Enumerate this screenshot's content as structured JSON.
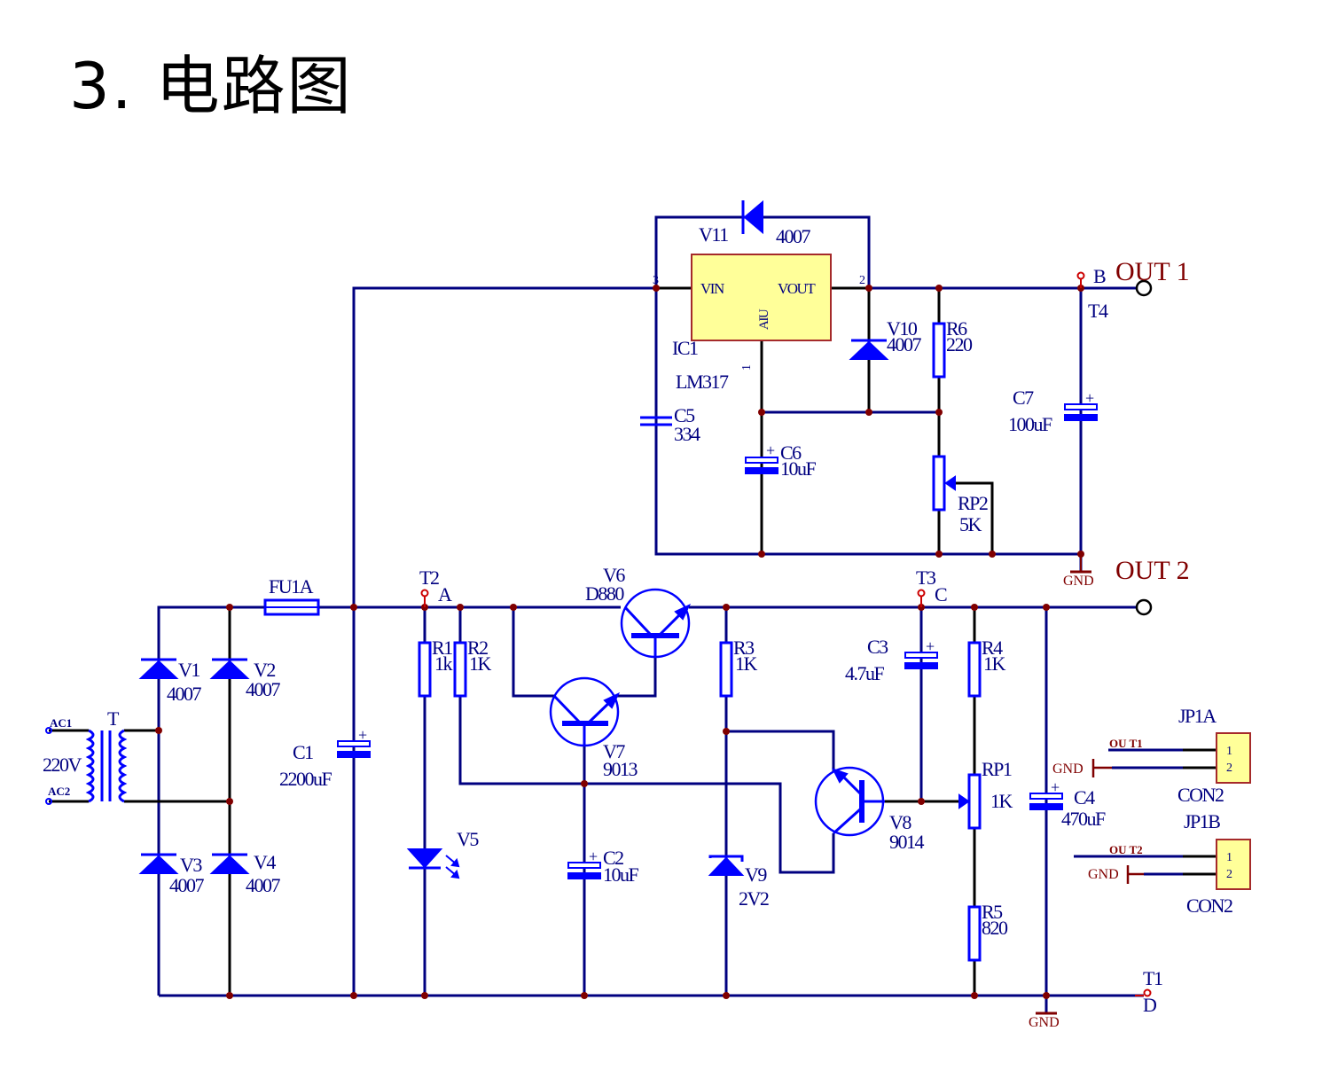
{
  "page": {
    "title": "3. 电路图"
  },
  "colors": {
    "wire": "#000080",
    "component": "#0000ff",
    "junction": "#800000",
    "ic_fill": "#ffff99",
    "output_label": "#800000"
  },
  "schematic": {
    "transformer": {
      "ref": "T",
      "input": "220V",
      "pin1": "AC1",
      "pin2": "AC2"
    },
    "fuse": {
      "ref": "FU1A"
    },
    "diodes": [
      {
        "ref": "V1",
        "value": "4007"
      },
      {
        "ref": "V2",
        "value": "4007"
      },
      {
        "ref": "V3",
        "value": "4007"
      },
      {
        "ref": "V4",
        "value": "4007"
      },
      {
        "ref": "V10",
        "value": "4007"
      },
      {
        "ref": "V11",
        "value": "4007"
      }
    ],
    "led": {
      "ref": "V5"
    },
    "zener": {
      "ref": "V9",
      "value": "2V2"
    },
    "capacitors": [
      {
        "ref": "C1",
        "value": "2200uF"
      },
      {
        "ref": "C2",
        "value": "10uF"
      },
      {
        "ref": "C3",
        "value": "4.7uF"
      },
      {
        "ref": "C4",
        "value": "470uF"
      },
      {
        "ref": "C5",
        "value": "334"
      },
      {
        "ref": "C6",
        "value": "10uF"
      },
      {
        "ref": "C7",
        "value": "100uF"
      }
    ],
    "resistors": [
      {
        "ref": "R1",
        "value": "1k"
      },
      {
        "ref": "R2",
        "value": "1K"
      },
      {
        "ref": "R3",
        "value": "1K"
      },
      {
        "ref": "R4",
        "value": "1K"
      },
      {
        "ref": "R5",
        "value": "820"
      },
      {
        "ref": "R6",
        "value": "220"
      }
    ],
    "potentiometers": [
      {
        "ref": "RP1",
        "value": "1K"
      },
      {
        "ref": "RP2",
        "value": "5K"
      }
    ],
    "transistors": [
      {
        "ref": "V6",
        "value": "D880"
      },
      {
        "ref": "V7",
        "value": "9013"
      },
      {
        "ref": "V8",
        "value": "9014"
      }
    ],
    "ic": {
      "ref": "IC1",
      "part": "LM317",
      "pin_vin": "VIN",
      "pin_vout": "VOUT",
      "pin_adj": "AIU",
      "pin3": "3",
      "pin2": "2",
      "pin1": "1"
    },
    "testpoints": [
      {
        "ref": "T1",
        "net": "D"
      },
      {
        "ref": "T2",
        "net": "A"
      },
      {
        "ref": "T3",
        "net": "C"
      },
      {
        "ref": "T4",
        "net": "B"
      }
    ],
    "outputs": {
      "out1": "OUT 1",
      "out2": "OUT 2"
    },
    "gnd_label": "GND",
    "connectors": [
      {
        "ref": "JP1A",
        "type": "CON2",
        "net1": "OU T1",
        "net2": "GND",
        "pin1": "1",
        "pin2": "2"
      },
      {
        "ref": "JP1B",
        "type": "CON2",
        "net1": "OU T2",
        "net2": "GND",
        "pin1": "1",
        "pin2": "2"
      }
    ]
  }
}
